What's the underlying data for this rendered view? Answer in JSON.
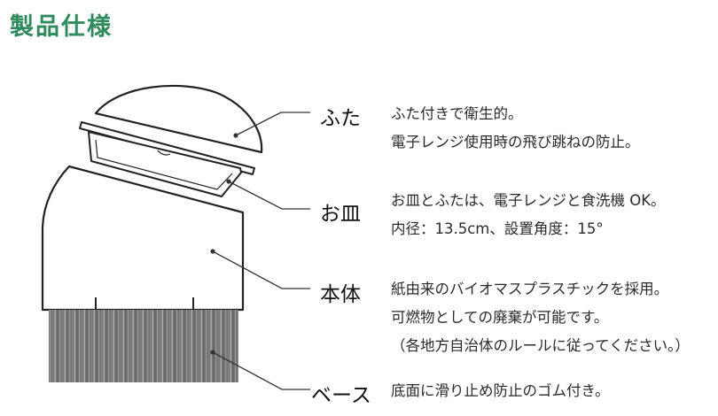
{
  "title": "製品仕様",
  "parts": [
    {
      "label": "ふた",
      "lines": [
        "ふた付きで衛生的。",
        "電子レンジ使用時の飛び跳ねの防止。"
      ]
    },
    {
      "label": "お皿",
      "lines": [
        "お皿とふたは、電子レンジと食洗機 OK。",
        "内径：13.5cm、設置角度：15°"
      ]
    },
    {
      "label": "本体",
      "lines": [
        "紙由来のバイオマスプラスチックを採用。",
        "可燃物としての廃棄が可能です。",
        "（各地方自治体のルールに従ってください。）"
      ]
    },
    {
      "label": "ベース",
      "lines": [
        "底面に滑り止め防止のゴム付き。"
      ]
    }
  ],
  "colors": {
    "title": "#2f8a5c",
    "outline": "#222222",
    "base_fill": "#6f6f6f"
  }
}
